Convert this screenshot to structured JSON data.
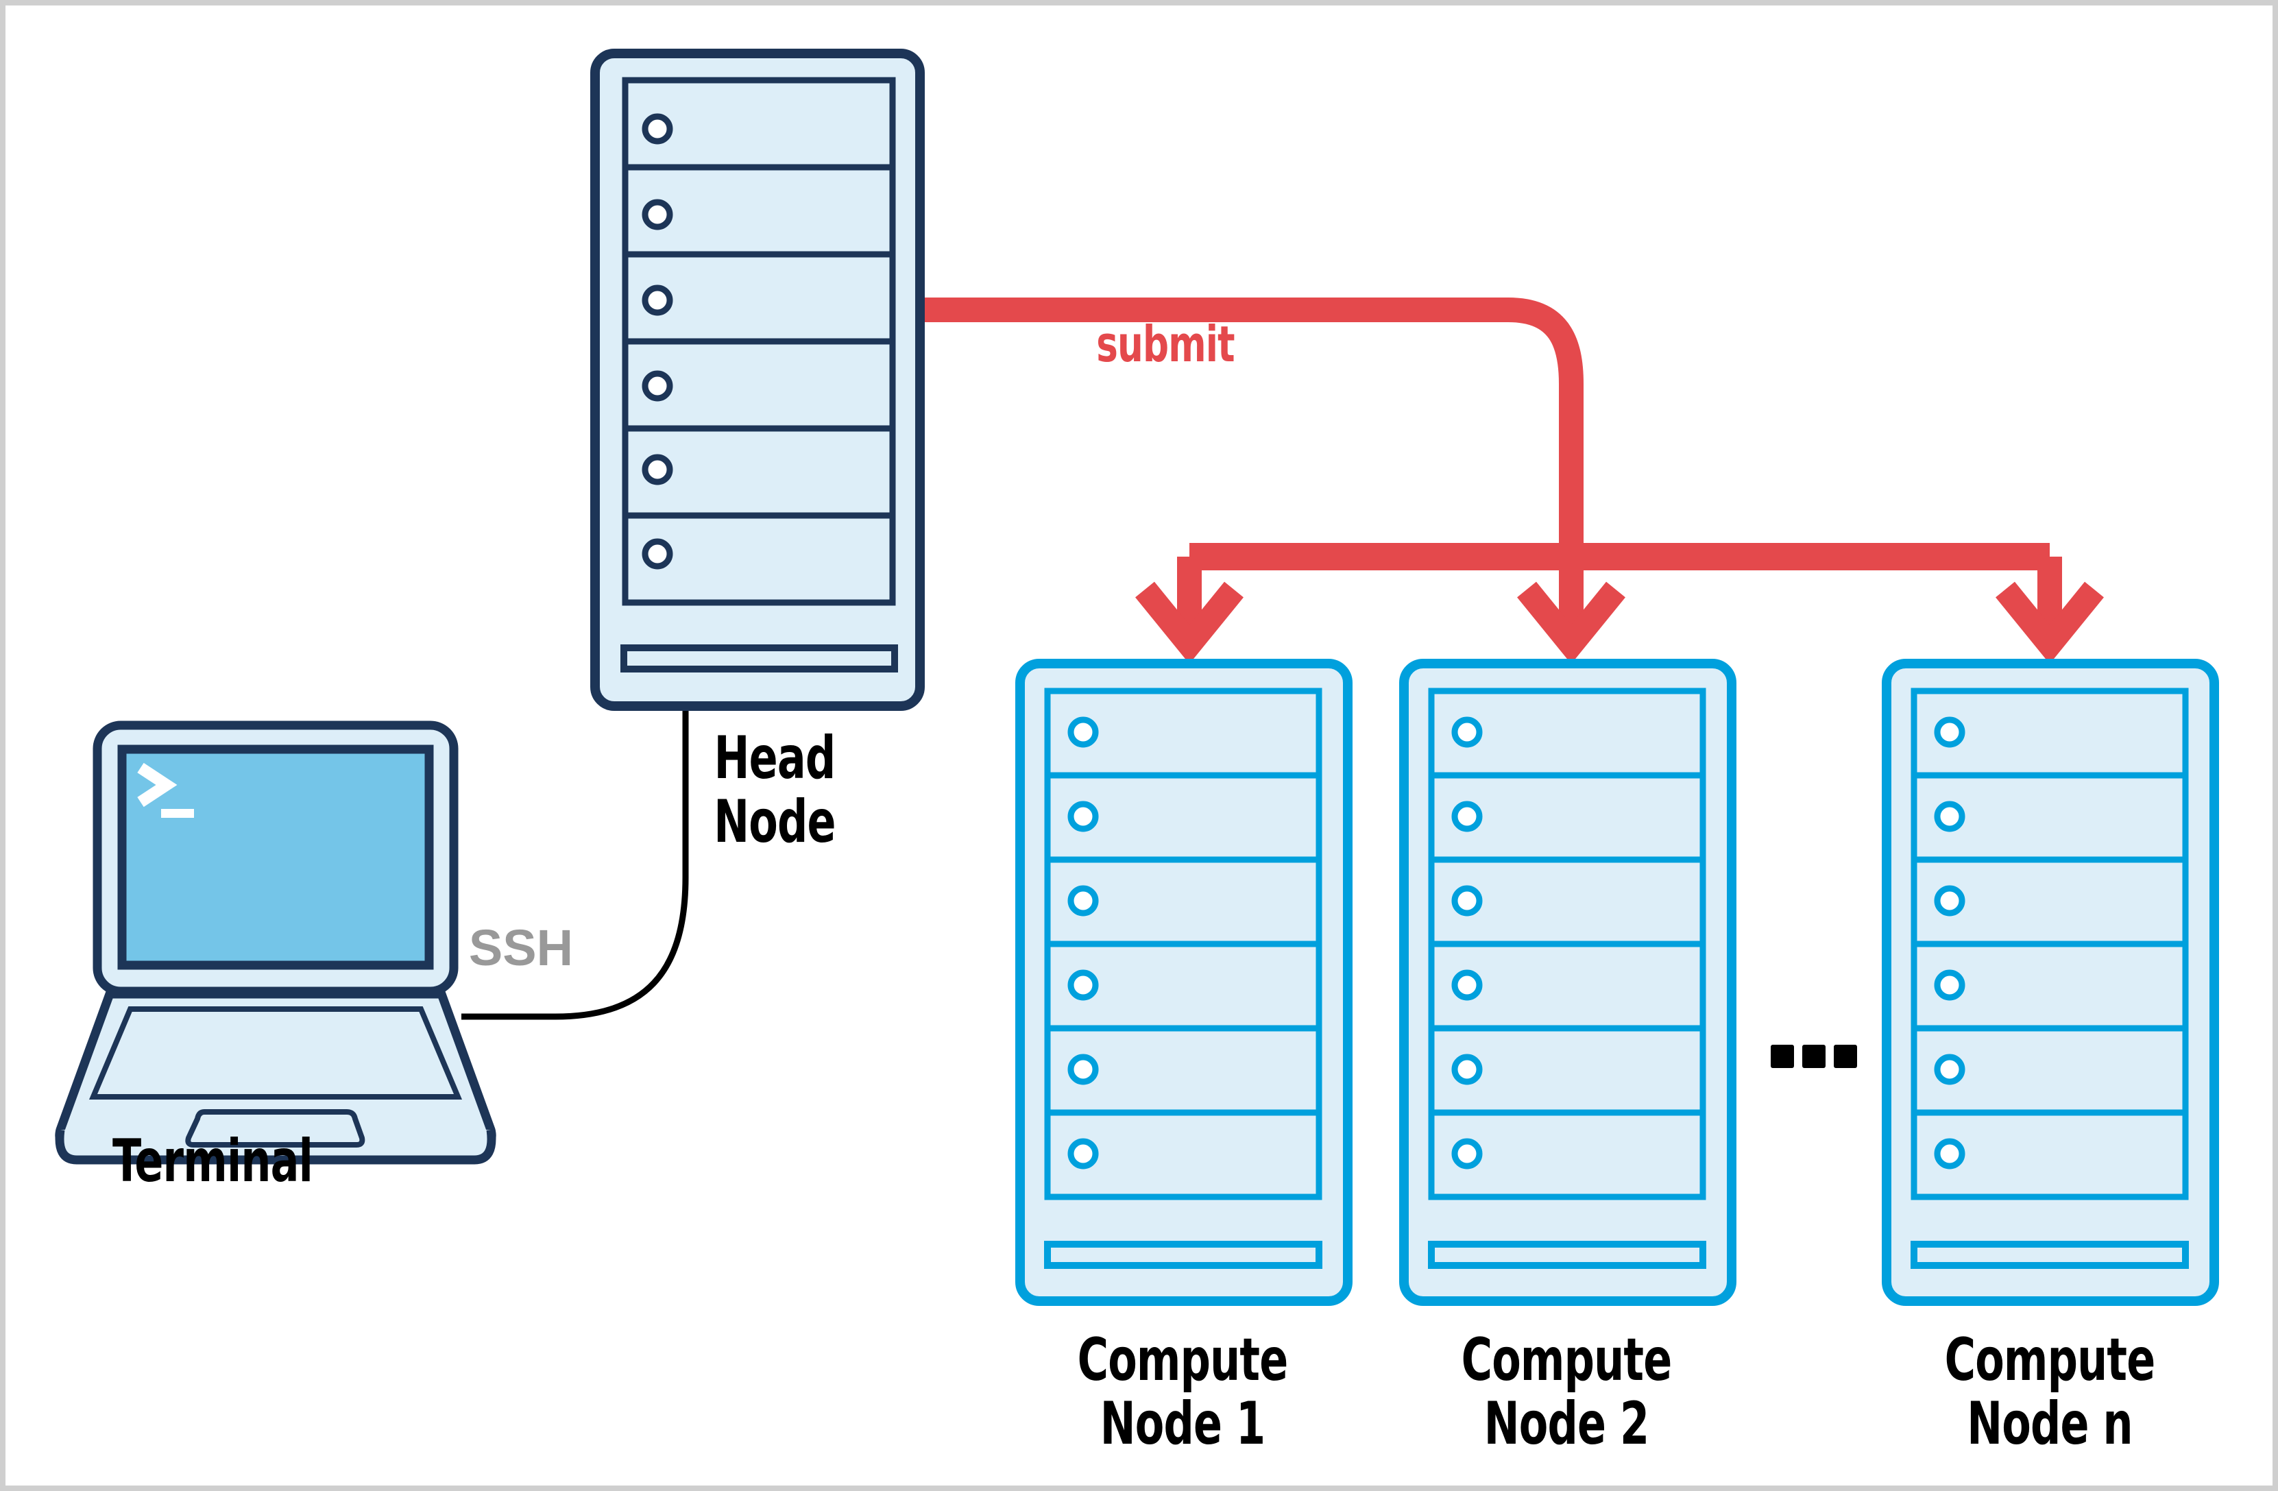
{
  "diagram": {
    "title": "HPC Cluster Job Submission Workflow",
    "frame_border_color": "#cccccc",
    "background": "#ffffff"
  },
  "palette": {
    "head_stroke": "#1d3557",
    "compute_stroke": "#00a0dd",
    "node_fill": "#ddeef8",
    "screen_fill": "#74c5e8",
    "arrow_red": "#e4494c",
    "ssh_gray": "#999999",
    "cable_black": "#000000",
    "label_black": "#000000"
  },
  "terminal": {
    "label": "Terminal",
    "icon": "terminal-prompt-icon",
    "prompt_glyph": ">_"
  },
  "head_node": {
    "label": "Head\nNode",
    "icon": "server-tower-icon",
    "slot_count": 6,
    "has_bottom_slot": true
  },
  "compute_nodes": [
    {
      "label": "Compute\nNode 1",
      "icon": "server-tower-icon",
      "slot_count": 6,
      "has_bottom_slot": true
    },
    {
      "label": "Compute\nNode 2",
      "icon": "server-tower-icon",
      "slot_count": 6,
      "has_bottom_slot": true
    },
    {
      "label": "Compute\nNode n",
      "icon": "server-tower-icon",
      "slot_count": 6,
      "has_bottom_slot": true
    }
  ],
  "connections": {
    "ssh": {
      "label": "SSH",
      "from": "Terminal",
      "to": "Head Node",
      "style": "thin black curve"
    },
    "submit": {
      "label": "submit",
      "from": "Head Node",
      "to": "Compute Nodes",
      "style": "thick red arrows",
      "arrow_count": 3
    }
  },
  "ellipsis": {
    "label": "...",
    "meaning": "additional compute nodes"
  }
}
